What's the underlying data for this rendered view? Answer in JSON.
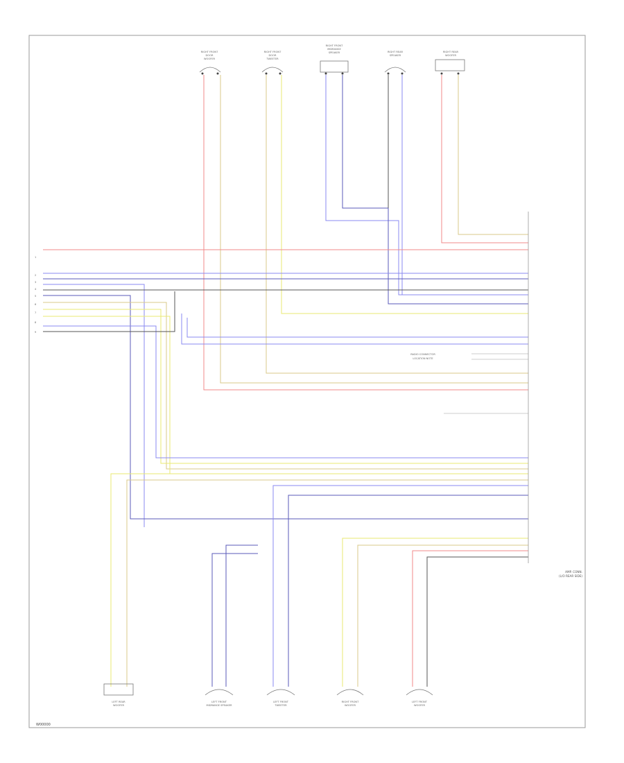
{
  "diagram": {
    "footer_code": "W00000",
    "amplifier": {
      "label_line1": "AMP. CONN.",
      "label_line2": "(L/O REAR SIDE)"
    },
    "speakers_top": [
      {
        "id": "rf-door-woofer",
        "label": [
          "RIGHT FRONT",
          "DOOR",
          "WOOFER"
        ]
      },
      {
        "id": "rf-door-tweeter",
        "label": [
          "RIGHT FRONT",
          "DOOR",
          "TWEETER"
        ]
      },
      {
        "id": "rf-midrange",
        "label": [
          "RIGHT FRONT",
          "MIDRANGE",
          "SPEAKER"
        ]
      },
      {
        "id": "rr-speaker",
        "label": [
          "RIGHT REAR",
          "SPEAKER"
        ]
      },
      {
        "id": "right-rear-subwoofer",
        "label": [
          "RIGHT REAR",
          "WOOFER"
        ]
      }
    ],
    "speakers_bottom": [
      {
        "id": "left-subwoofer",
        "label": [
          "LEFT REAR",
          "WOOFER"
        ]
      },
      {
        "id": "lf-midrange",
        "label": [
          "LEFT FRONT",
          "MIDRANGE SPEAKER"
        ]
      },
      {
        "id": "lf-tweeter",
        "label": [
          "LEFT FRONT",
          "TWEETER"
        ]
      },
      {
        "id": "rr-door-speaker",
        "label": [
          "RIGHT FRONT",
          "WOOFER"
        ]
      },
      {
        "id": "lr-door-speaker",
        "label": [
          "LEFT FRONT",
          "WOOFER"
        ]
      }
    ],
    "left_connector_pins": [
      "1",
      "2",
      "3",
      "4",
      "5",
      "6",
      "7",
      "8",
      "9"
    ],
    "wire_colors": {
      "red": "#f08a8a",
      "blue": "#8a8af0",
      "yellow": "#eaea70",
      "tan": "#d8c88a",
      "gray": "#999999",
      "black": "#555555",
      "dark_blue": "#5a5ab8"
    },
    "annotations": [
      "RADIO CONNECTOR",
      "LOCATION NOTE"
    ]
  }
}
